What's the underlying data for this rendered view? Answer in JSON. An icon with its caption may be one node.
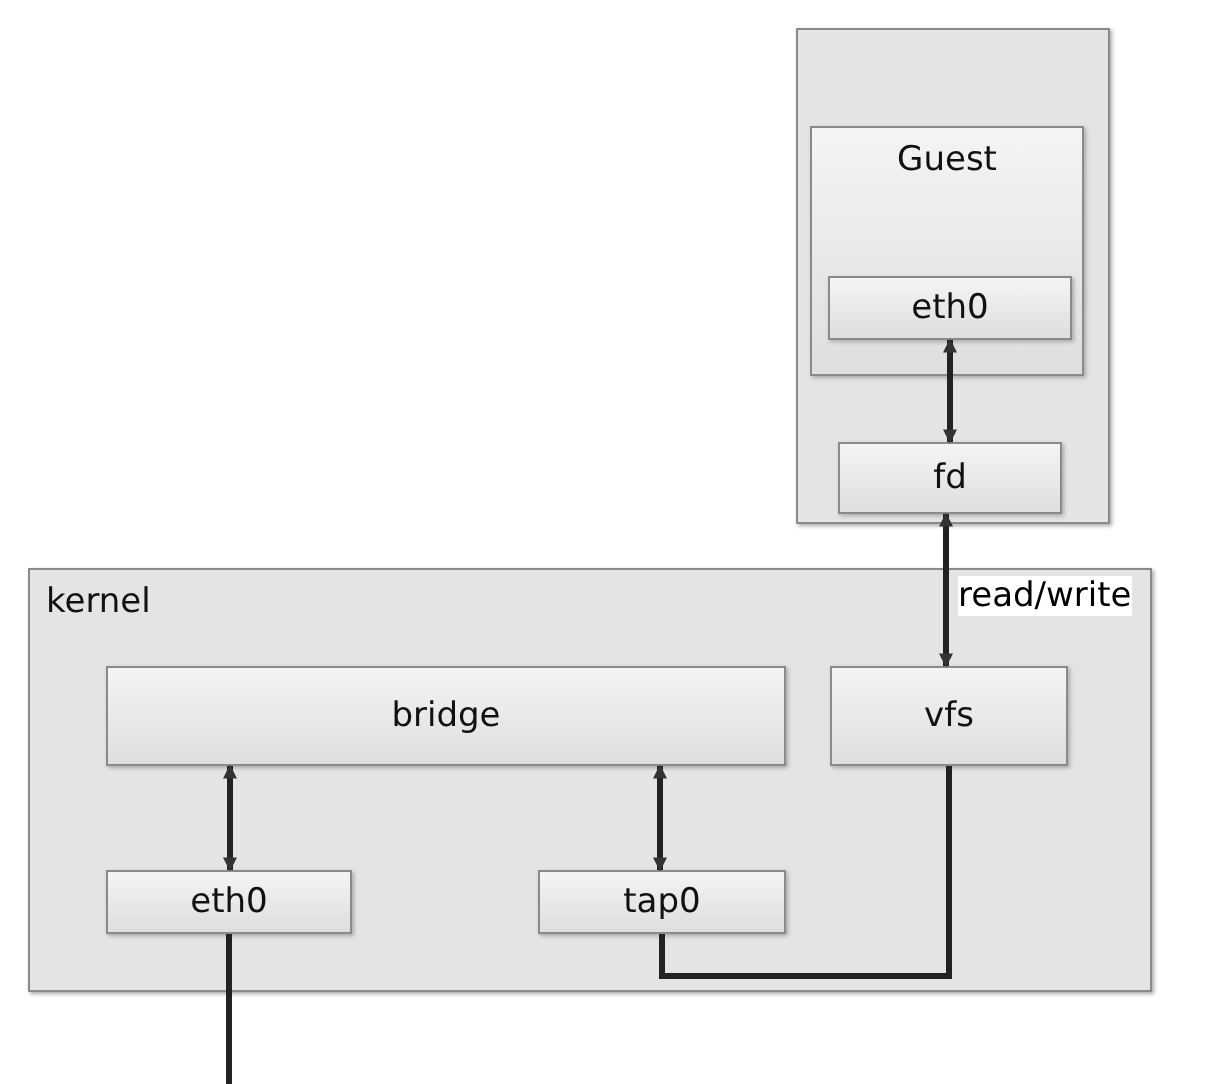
{
  "diagram": {
    "nodes": [
      {
        "text": [],
        "shape": "box"
      },
      {
        "text": [
          "Guest"
        ],
        "in": 0
      },
      {
        "text": [
          "eth0"
        ],
        "in": 1
      },
      {
        "text": [
          "fd"
        ],
        "in": 0
      },
      {
        "text": [
          "kernel"
        ]
      },
      {
        "text": [
          "bridge"
        ],
        "in": 4
      },
      {
        "text": [
          "vfs"
        ],
        "in": 4
      },
      {
        "text": [
          "eth0"
        ],
        "in": 4
      },
      {
        "text": [
          "tap0"
        ],
        "in": 4
      }
    ],
    "edges": [
      {
        "from": 2,
        "to": 3,
        "arrow": "both"
      },
      {
        "from": 3,
        "to": 6,
        "arrow": "both",
        "label": "read/write"
      },
      {
        "from": 5,
        "to": 7,
        "arrow": "both"
      },
      {
        "from": 5,
        "to": 8,
        "arrow": "both"
      },
      {
        "from": 8,
        "to": 6,
        "arrow": "none"
      },
      {
        "from": 7,
        "to": null,
        "arrow": "none"
      }
    ]
  }
}
